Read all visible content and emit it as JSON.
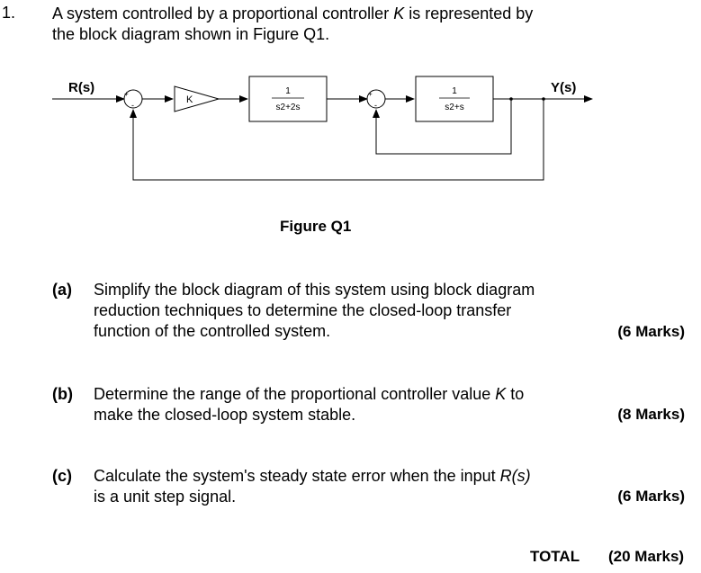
{
  "question": {
    "number": "1.",
    "intro_line1_prefix": "A system controlled by a proportional controller ",
    "intro_line1_var": "K",
    "intro_line1_suffix": " is represented by",
    "intro_line2": "the block diagram shown in Figure Q1."
  },
  "diagram": {
    "input_label": "R(s)",
    "output_label": "Y(s)",
    "controller": "K",
    "plant1_num": "1",
    "plant1_den": "s2+2s",
    "plant2_num": "1",
    "plant2_den": "s2+s",
    "plus": "+",
    "minus": "-"
  },
  "figure_caption": "Figure Q1",
  "parts": [
    {
      "label": "(a)",
      "lines": [
        "Simplify the block diagram of this system using block diagram",
        "reduction techniques to determine the closed-loop transfer",
        "function of the controlled system."
      ],
      "marks": "(6 Marks)"
    },
    {
      "label": "(b)",
      "line1_prefix": "Determine the range of the proportional controller value ",
      "line1_var": "K",
      "line1_suffix": " to",
      "line2": "make the closed-loop system stable.",
      "marks": "(8 Marks)"
    },
    {
      "label": "(c)",
      "line1_prefix": "Calculate the system's steady state error when the input ",
      "line1_var": "R(s)",
      "line2": "is a unit step signal.",
      "marks": "(6 Marks)"
    }
  ],
  "total": {
    "label": "TOTAL",
    "marks": "(20 Marks)"
  }
}
